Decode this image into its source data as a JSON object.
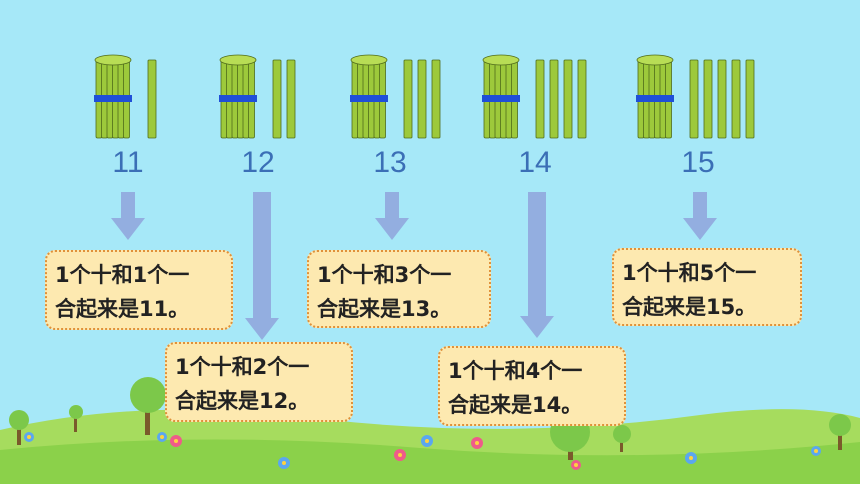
{
  "groups": [
    {
      "number": "11",
      "ones": 1,
      "text_line1": "1个十和1个一",
      "text_line2": "合起来是11。"
    },
    {
      "number": "12",
      "ones": 2,
      "text_line1": "1个十和2个一",
      "text_line2": "合起来是12。"
    },
    {
      "number": "13",
      "ones": 3,
      "text_line1": "1个十和3个一",
      "text_line2": "合起来是13。"
    },
    {
      "number": "14",
      "ones": 4,
      "text_line1": "1个十和4个一",
      "text_line2": "合起来是14。"
    },
    {
      "number": "15",
      "ones": 5,
      "text_line1": "1个十和5个一",
      "text_line2": "合起来是15。"
    }
  ],
  "colors": {
    "sky": "#a6e8f8",
    "stick": "#9dc93b",
    "band": "#1f4fd8",
    "arrow": "#93aee0",
    "number": "#3b6fb6",
    "box_fill": "#fde9b0",
    "box_border": "#e0913a",
    "grass": "#8bd14a"
  }
}
